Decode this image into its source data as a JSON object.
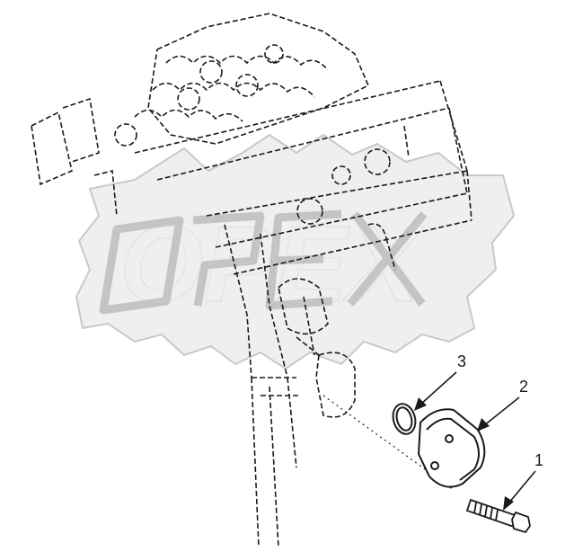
{
  "watermark": {
    "text": "OPEX",
    "color": "#c8c8c8"
  },
  "callouts": [
    {
      "number": "1",
      "part": "bolt"
    },
    {
      "number": "2",
      "part": "cover-plate"
    },
    {
      "number": "3",
      "part": "o-ring"
    }
  ],
  "colors": {
    "line": "#1a1a1a",
    "background": "#ffffff"
  }
}
